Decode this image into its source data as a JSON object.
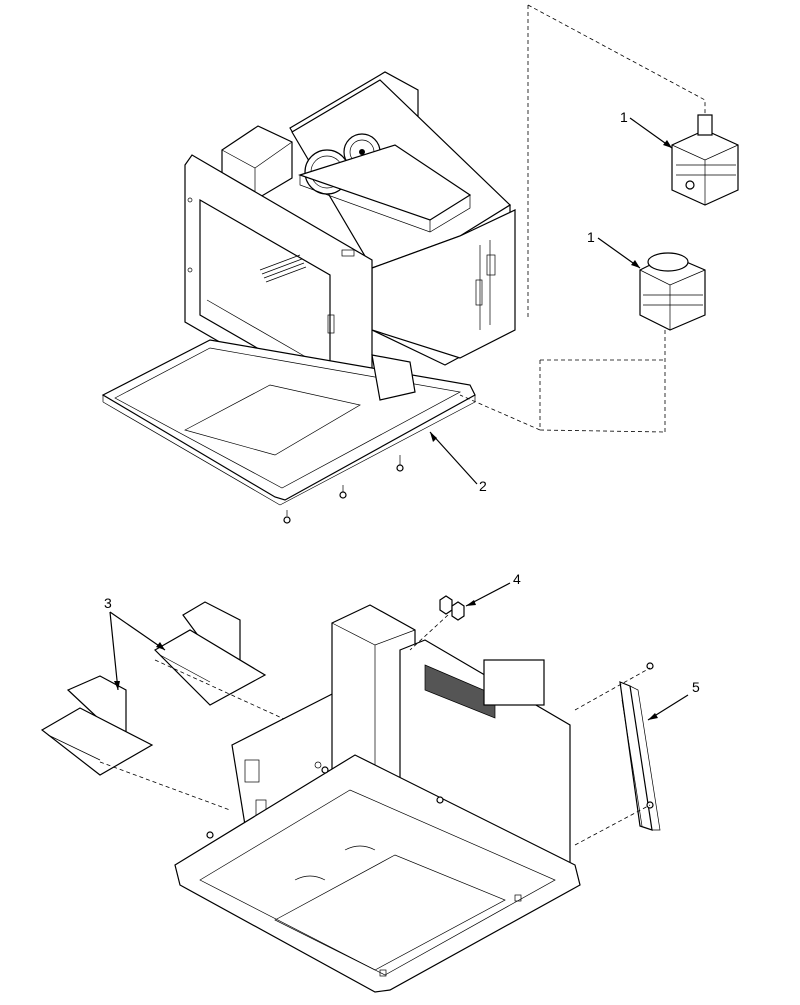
{
  "callouts": [
    {
      "id": "magnetron-upper",
      "label": "1"
    },
    {
      "id": "magnetron-lower",
      "label": "1"
    },
    {
      "id": "base-tray",
      "label": "2"
    },
    {
      "id": "waveguide-covers",
      "label": "3"
    },
    {
      "id": "screws",
      "label": "4"
    },
    {
      "id": "side-bracket",
      "label": "5"
    }
  ]
}
